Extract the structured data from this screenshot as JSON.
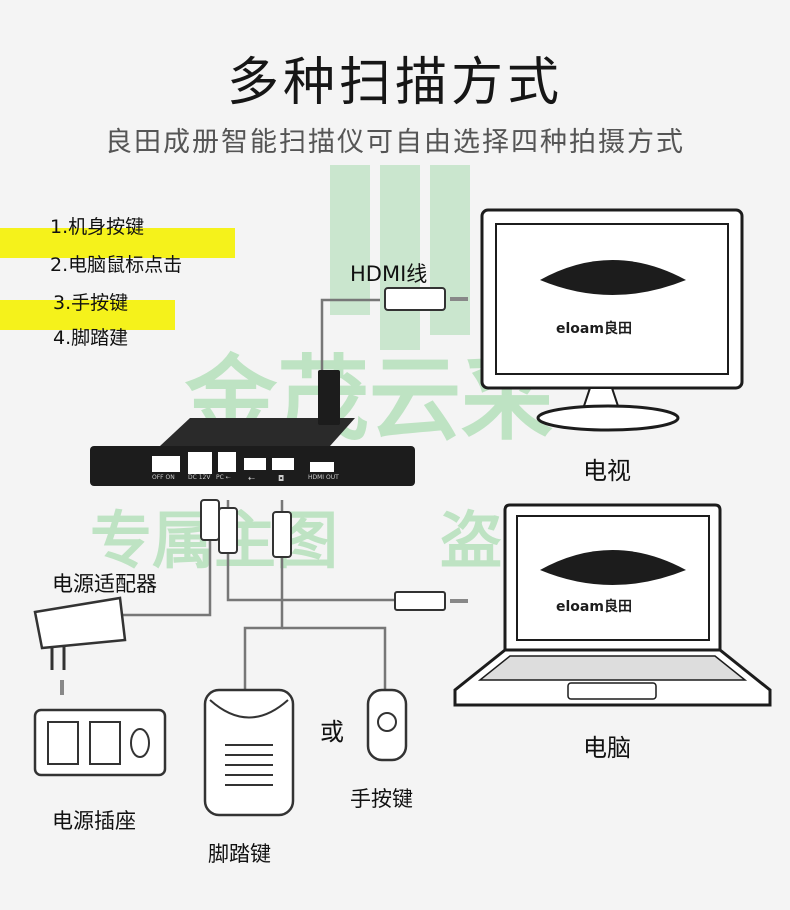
{
  "title": "多种扫描方式",
  "subtitle": "良田成册智能扫描仪可自由选择四种拍摄方式",
  "methods": [
    "1.机身按键",
    "2.电脑鼠标点击",
    "3.手按键",
    "4.脚踏建"
  ],
  "labels": {
    "hdmi": "HDMI线",
    "tv": "电视",
    "computer": "电脑",
    "adapter": "电源适配器",
    "socket": "电源插座",
    "or": "或",
    "hand_switch": "手按键",
    "foot_pedal": "脚踏键"
  },
  "device_ports": {
    "switch": "OFF  ON",
    "dc": "DC 12V",
    "pc": "PC ⇠",
    "usb": "⇠",
    "camera": "◘",
    "hdmi_out": "HDMI OUT"
  },
  "brand": "eloam良田",
  "watermarks": {
    "big": "金茂云采",
    "left": "专属主图",
    "right": "盗图必究"
  },
  "colors": {
    "line": "#777777",
    "dark": "#1c1c1c",
    "highlight": "#f5f21b",
    "watermark": "#7fcf8a"
  }
}
